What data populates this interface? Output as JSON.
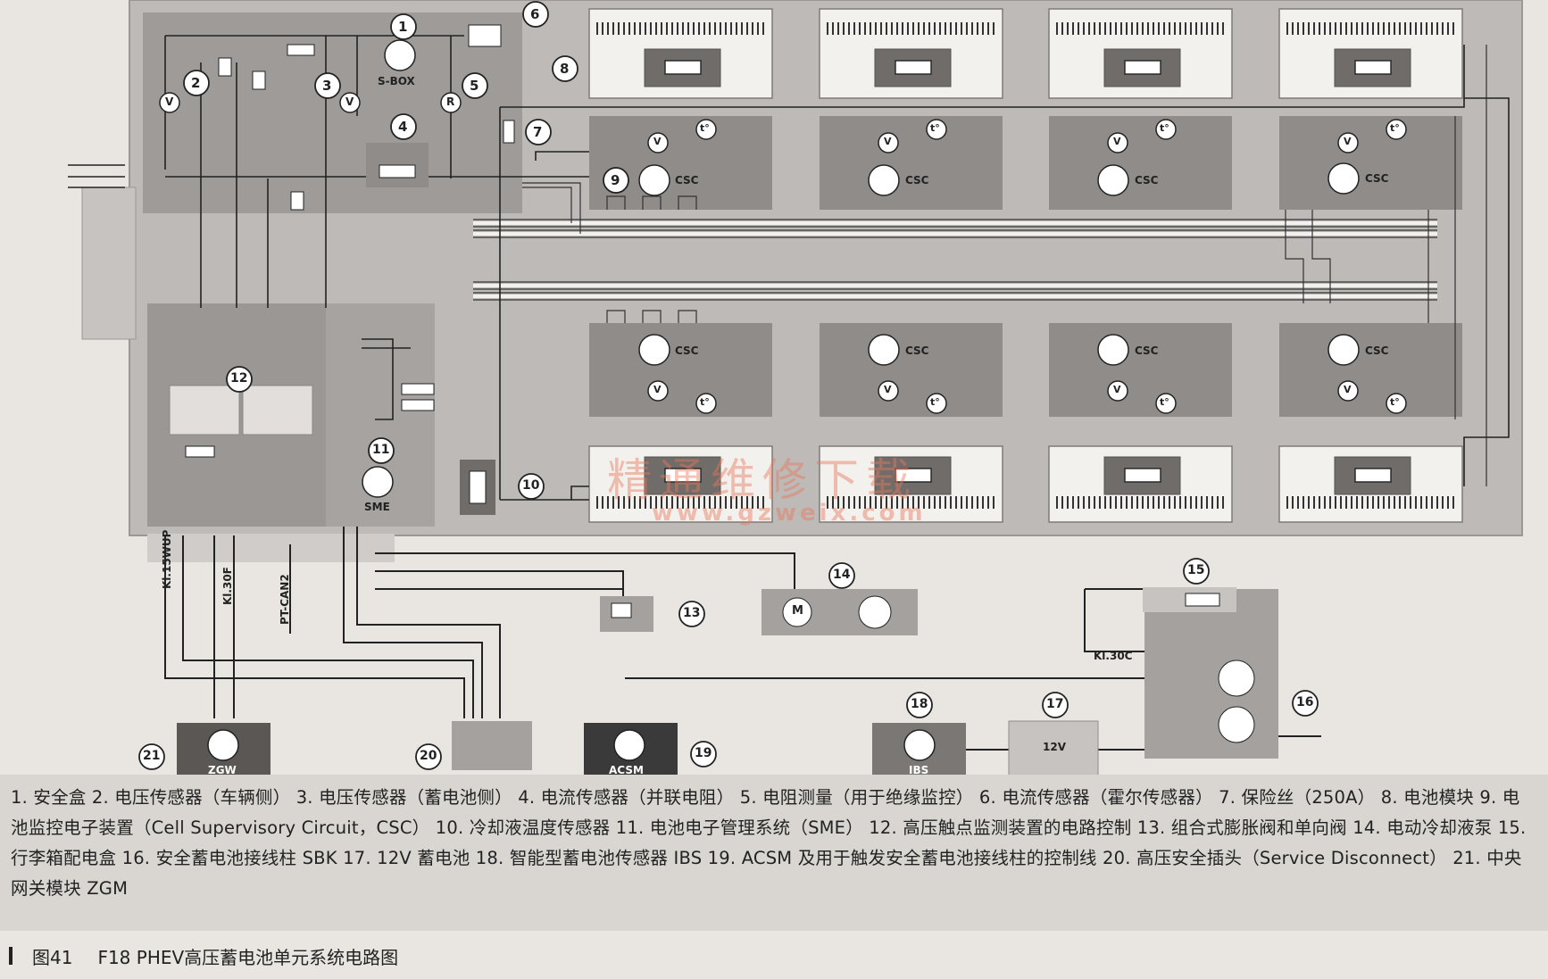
{
  "module_labels": {
    "sbox": "S-BOX",
    "csc": "CSC",
    "sme": "SME",
    "zgw": "ZGW",
    "acsm": "ACSM",
    "ibs": "IBS",
    "battery12v": "12V",
    "kl30c": "Kl.30C",
    "kl15wup": "Kl.15WUP",
    "kl30f": "Kl.30F",
    "ptcan2": "PT-CAN2"
  },
  "symbols": {
    "voltmeter": "V",
    "temperature": "t°",
    "resistance": "R",
    "motor": "M"
  },
  "callouts": [
    "1",
    "2",
    "3",
    "4",
    "5",
    "6",
    "7",
    "8",
    "9",
    "10",
    "11",
    "12",
    "13",
    "14",
    "15",
    "16",
    "17",
    "18",
    "19",
    "20",
    "21"
  ],
  "legend_text": "1. 安全盒 2. 电压传感器（车辆侧） 3. 电压传感器（蓄电池侧） 4. 电流传感器（并联电阻） 5. 电阻测量（用于绝缘监控） 6. 电流传感器（霍尔传感器） 7. 保险丝（250A） 8. 电池模块 9. 电池监控电子装置（Cell Supervisory Circuit，CSC） 10. 冷却液温度传感器 11. 电池电子管理系统（SME） 12. 高压触点监测装置的电路控制 13. 组合式膨胀阀和单向阀 14. 电动冷却液泵 15. 行李箱配电盒 16. 安全蓄电池接线柱 SBK 17. 12V 蓄电池 18. 智能型蓄电池传感器 IBS 19. ACSM 及用于触发安全蓄电池接线柱的控制线 20. 高压安全插头（Service Disconnect） 21. 中央网关模块 ZGM",
  "figure_number": "图41",
  "figure_title": "F18 PHEV高压蓄电池单元系统电路图",
  "watermark": "精通维修下载",
  "watermark_url": "www.gzweix.com",
  "colors": {
    "housing": "#bdbab7",
    "module_dark": "#8f8c89",
    "module_darker": "#6f6c69",
    "acsm": "#3a3a3a",
    "wire": "#222222"
  }
}
